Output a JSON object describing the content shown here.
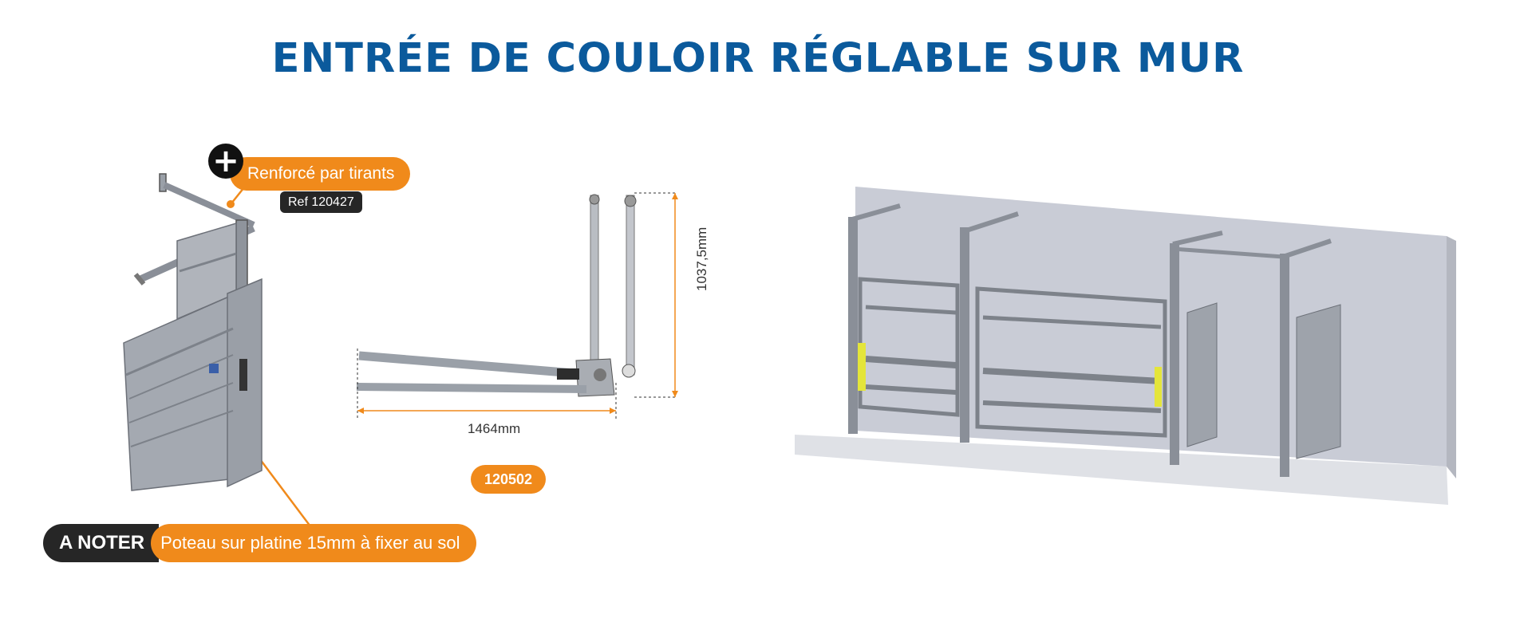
{
  "title": "ENTRÉE DE COULOIR RÉGLABLE SUR MUR",
  "callouts": {
    "reinforced": "Renforcé par tirants",
    "reinforced_ref": "Ref 120427",
    "note_label": "A NOTER",
    "note_text": "Poteau sur platine 15mm à fixer au sol",
    "product_ref": "120502"
  },
  "dimensions": {
    "width": "1464mm",
    "height": "1037,5mm"
  },
  "colors": {
    "title": "#0b5a9c",
    "accent": "#f08a1b",
    "dark": "#262626",
    "metal": "#8a8f98",
    "wall": "#c9ccd6",
    "handle": "#e4e53a"
  },
  "icons": {
    "plus": "plus-icon"
  }
}
